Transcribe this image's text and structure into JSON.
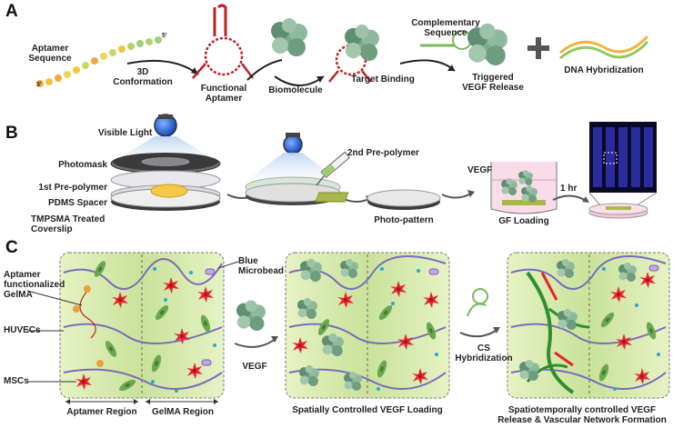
{
  "panels": {
    "a": {
      "letter": "A",
      "aptamer_sequence": "Aptamer\nSequence",
      "seq_3prime": "3'",
      "seq_5prime": "5'",
      "conformation_3d": "3D\nConformation",
      "functional_aptamer": "Functional\nAptamer",
      "biomolecule": "Biomolecule",
      "target_binding": "Target Binding",
      "complementary_sequence": "Complementary\nSequence",
      "triggered_release": "Triggered\nVEGF Release",
      "dna_hybridization": "DNA Hybridization"
    },
    "b": {
      "letter": "B",
      "visible_light": "Visible Light",
      "photomask": "Photomask",
      "first_prepolymer": "1st Pre-polymer",
      "pdms_spacer": "PDMS Spacer",
      "tmpsma_coverslip": "TMPSMA Treated\nCoverslip",
      "second_prepolymer": "2nd Pre-polymer",
      "photo_pattern": "Photo-pattern",
      "vegf": "VEGF",
      "gf_loading": "GF Loading",
      "one_hr": "1 hr"
    },
    "c": {
      "letter": "C",
      "aptamer_gelma": "Aptamer\nfunctionalized\nGelMA",
      "huvecs": "HUVECs",
      "mscs": "MSCs",
      "blue_microbead": "Blue\nMicrobead",
      "vegf": "VEGF",
      "cs_hybridization": "CS\nHybridization",
      "aptamer_region": "Aptamer Region",
      "gelma_region": "GelMA Region",
      "spatial_loading": "Spatially Controlled VEGF Loading",
      "spatiotemporal": "Spatiotemporally controlled VEGF\nRelease & Vascular Network Formation"
    }
  },
  "colors": {
    "green_bg": "#d4e8a8",
    "cell_green": "#6aa84f",
    "msc_red": "#e8232c",
    "vegf_green": "#7fa98e",
    "aptamer_red": "#b9232a",
    "fiber_purple": "#7a6bbd",
    "bead_blue": "#2fa8c8",
    "light_blue": "#2f74d8"
  }
}
